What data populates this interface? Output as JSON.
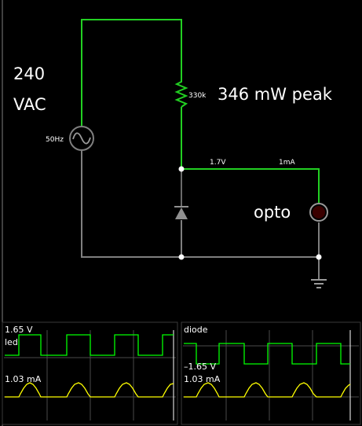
{
  "circuit": {
    "source_voltage_value": "240",
    "source_voltage_unit": "VAC",
    "source_frequency": "50Hz",
    "resistor_value": "330k",
    "power_annotation": "346 mW peak",
    "node_voltage": "1.7V",
    "branch_current": "1mA",
    "opto_label": "opto"
  },
  "scopes": [
    {
      "voltage_label": "1.65 V",
      "name_label": "led",
      "current_label": "1.03 mA"
    },
    {
      "name_label": "diode",
      "voltage_label": "–1.65 V",
      "current_label": "1.03 mA"
    }
  ],
  "colors": {
    "background": "#000000",
    "wire_idle": "#7f7f7f",
    "wire_active": "#22d022",
    "voltage_trace": "#00ff00",
    "current_trace": "#ffff00",
    "text": "#ffffff"
  }
}
